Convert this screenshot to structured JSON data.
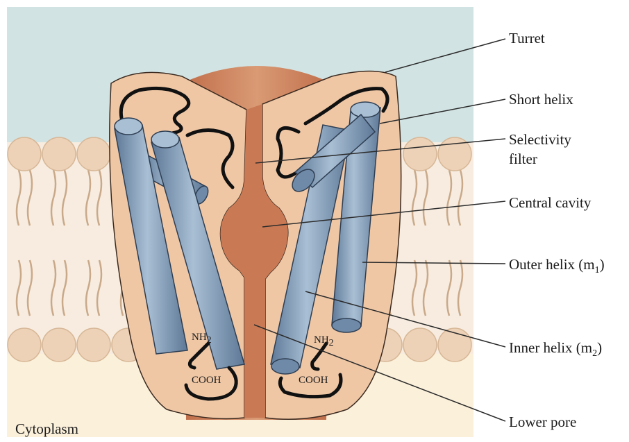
{
  "labels": {
    "turret": "Turret",
    "short_helix": "Short helix",
    "selectivity_filter_line1": "Selectivity",
    "selectivity_filter_line2": "filter",
    "central_cavity": "Central cavity",
    "outer_helix_main": "Outer helix (m",
    "outer_helix_sub": "1",
    "outer_helix_close": ")",
    "inner_helix_main": "Inner helix (m",
    "inner_helix_sub": "2",
    "inner_helix_close": ")",
    "lower_pore": "Lower pore",
    "cytoplasm": "Cytoplasm"
  },
  "terminals": {
    "amino": "NH",
    "amino_sub": "2",
    "carboxyl": "COOH"
  },
  "colors": {
    "extracellular": "#d2e3e3",
    "cytoplasm": "#fbf0da",
    "membrane": "#f7ecdf",
    "lipid_head": "#edd2b8",
    "lipid_tail": "#c9a98a",
    "subunit": "#efc7a5",
    "pore": "#c97a55",
    "helix": "#7f9bb8",
    "loop": "#111111"
  }
}
